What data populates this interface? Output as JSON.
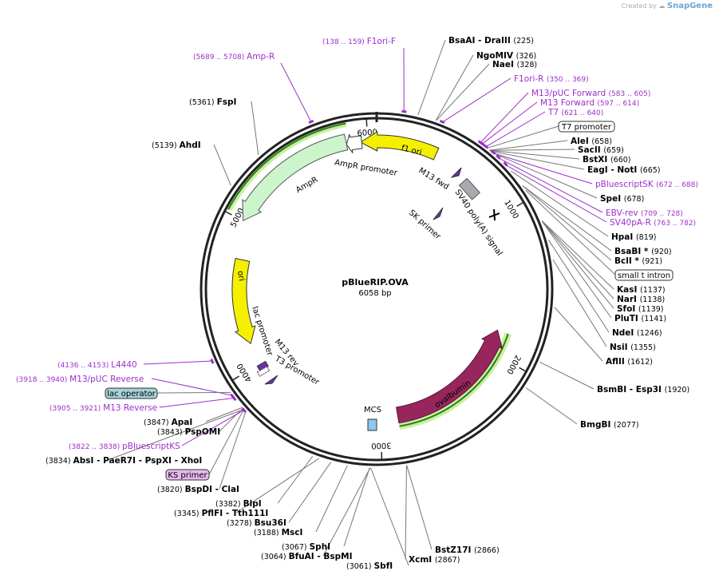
{
  "brand": {
    "created_by": "Created by",
    "product": "SnapGene"
  },
  "plasmid": {
    "name": "pBlueRIP.OVA",
    "size_bp": 6058,
    "size_label": "6058 bp"
  },
  "ticks": [
    "1000",
    "2000",
    "3000",
    "4000",
    "5000",
    "6000"
  ],
  "enzymes": [
    {
      "name": "BsaAI   -  DraIII",
      "pos": "(225)",
      "bp": 225
    },
    {
      "name": "NgoMIV",
      "pos": "(326)",
      "bp": 326
    },
    {
      "name": "NaeI",
      "pos": "(328)",
      "bp": 328
    },
    {
      "name": "AleI",
      "pos": "(658)",
      "bp": 658
    },
    {
      "name": "SacII",
      "pos": "(659)",
      "bp": 659
    },
    {
      "name": "BstXI",
      "pos": "(660)",
      "bp": 660
    },
    {
      "name": "EagI  -  NotI",
      "pos": "(665)",
      "bp": 665
    },
    {
      "name": "SpeI",
      "pos": "(678)",
      "bp": 678
    },
    {
      "name": "HpaI",
      "pos": "(819)",
      "bp": 819
    },
    {
      "name": "BsaBI *",
      "pos": "(920)",
      "bp": 920
    },
    {
      "name": "BclI *",
      "pos": "(921)",
      "bp": 921
    },
    {
      "name": "KasI",
      "pos": "(1137)",
      "bp": 1137
    },
    {
      "name": "NarI",
      "pos": "(1138)",
      "bp": 1138
    },
    {
      "name": "SfoI",
      "pos": "(1139)",
      "bp": 1139
    },
    {
      "name": "PluTI",
      "pos": "(1141)",
      "bp": 1141
    },
    {
      "name": "NdeI",
      "pos": "(1246)",
      "bp": 1246
    },
    {
      "name": "NsiI",
      "pos": "(1355)",
      "bp": 1355
    },
    {
      "name": "AflII",
      "pos": "(1612)",
      "bp": 1612
    },
    {
      "name": "BsmBI   -  Esp3I",
      "pos": "(1920)",
      "bp": 1920
    },
    {
      "name": "BmgBI",
      "pos": "(2077)",
      "bp": 2077
    },
    {
      "name": "BstZ17I",
      "pos": "(2866)",
      "bp": 2866
    },
    {
      "name": "XcmI",
      "pos": "(2867)",
      "bp": 2867
    },
    {
      "name": "SbfI",
      "pos": "(3061)",
      "bp": 3061
    },
    {
      "name": "BfuAI   -  BspMI",
      "pos": "(3064)",
      "bp": 3064
    },
    {
      "name": "SphI",
      "pos": "(3067)",
      "bp": 3067
    },
    {
      "name": "MscI",
      "pos": "(3188)",
      "bp": 3188
    },
    {
      "name": "Bsu36I",
      "pos": "(3278)",
      "bp": 3278
    },
    {
      "name": "PflFI   -  Tth111I",
      "pos": "(3345)",
      "bp": 3345
    },
    {
      "name": "BlpI",
      "pos": "(3382)",
      "bp": 3382
    },
    {
      "name": "BspDI   -  ClaI",
      "pos": "(3820)",
      "bp": 3820
    },
    {
      "name": "AbsI   -  PaeR7I   -  PspXI   -  XhoI",
      "pos": "(3834)",
      "bp": 3834
    },
    {
      "name": "PspOMI",
      "pos": "(3843)",
      "bp": 3843
    },
    {
      "name": "ApaI",
      "pos": "(3847)",
      "bp": 3847
    },
    {
      "name": "AhdI",
      "pos": "(5139)",
      "bp": 5139
    },
    {
      "name": "FspI",
      "pos": "(5361)",
      "bp": 5361
    }
  ],
  "primers": [
    {
      "name": "F1ori-F",
      "range": "(138 .. 159)",
      "bp": 148
    },
    {
      "name": "Amp-R",
      "range": "(5689 .. 5708)",
      "bp": 5698
    },
    {
      "name": "F1ori-R",
      "range": "(350 .. 369)",
      "bp": 360
    },
    {
      "name": "M13/pUC Forward",
      "range": "(583 .. 605)",
      "bp": 594
    },
    {
      "name": "M13 Forward",
      "range": "(597 .. 614)",
      "bp": 605
    },
    {
      "name": "T7",
      "range": "(621 .. 640)",
      "bp": 630
    },
    {
      "name": "pBluescriptSK",
      "range": "(672 .. 688)",
      "bp": 680
    },
    {
      "name": "EBV-rev",
      "range": "(709 .. 728)",
      "bp": 718
    },
    {
      "name": "SV40pA-R",
      "range": "(763 .. 782)",
      "bp": 772
    },
    {
      "name": "L4440",
      "range": "(4136 .. 4153)",
      "bp": 4145
    },
    {
      "name": "M13/pUC Reverse",
      "range": "(3918 .. 3940)",
      "bp": 3929
    },
    {
      "name": "M13 Reverse",
      "range": "(3905 .. 3921)",
      "bp": 3913
    },
    {
      "name": "pBluescriptKS",
      "range": "(3822 .. 3838)",
      "bp": 3830
    }
  ],
  "boxed_features": [
    {
      "name": "T7 promoter",
      "style": "plain"
    },
    {
      "name": "small t intron",
      "style": "plain"
    },
    {
      "name": "lac operator",
      "style": "teal"
    },
    {
      "name": "KS primer",
      "style": "violet"
    }
  ],
  "map_features": [
    {
      "name": "f1 ori",
      "start": 5952,
      "end": 400,
      "color": "#f5ef00"
    },
    {
      "name": "AmpR promoter",
      "start": 5860,
      "end": 5960,
      "color": "#ffffff"
    },
    {
      "name": "AmpR",
      "start": 5000,
      "end": 5860,
      "color": "#ccf5cc"
    },
    {
      "name": "ori",
      "start": 4150,
      "end": 4750,
      "color": "#f5ef00"
    },
    {
      "name": "ovalbumin",
      "start": 2870,
      "end": 1830,
      "color": "#97265d"
    }
  ],
  "inner_labels": {
    "m13_fwd": "M13 fwd",
    "sv40": "SV40 poly(A) signal",
    "sk_primer": "SK primer",
    "lac_promoter": "lac promoter",
    "m13_rev": "M13 rev",
    "t3_promoter": "T3 promoter",
    "mcs": "MCS"
  },
  "colors": {
    "backbone": "#222222",
    "enzyme_line": "#777777",
    "primer": "#9b30c9",
    "green_orf": "#2d7d1c",
    "green_halo": "#c8f0a0",
    "grey_feature": "#a8aab0",
    "mcs_box": "#8ec7f0",
    "lac_box": "#a4d2d8",
    "ks_box": "#e8b8f0"
  }
}
